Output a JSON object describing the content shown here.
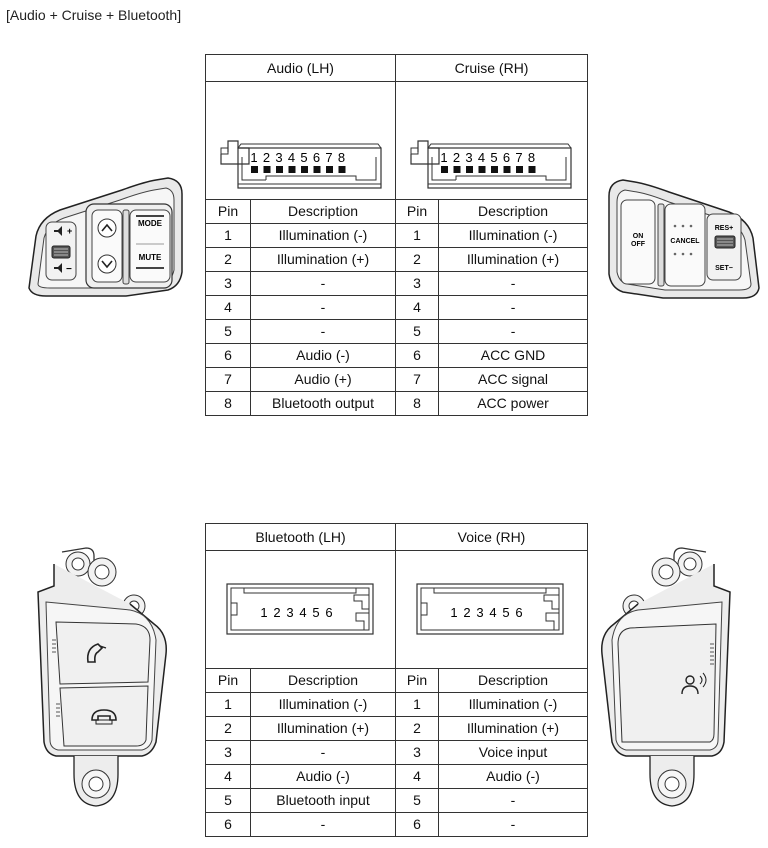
{
  "page_title": "[Audio + Cruise + Bluetooth]",
  "table_top": {
    "left_header": "Audio (LH)",
    "right_header": "Cruise (RH)",
    "col_pin": "Pin",
    "col_desc": "Description",
    "left_pins": [
      "1",
      "2",
      "3",
      "4",
      "5",
      "6",
      "7",
      "8"
    ],
    "right_pins": [
      "1",
      "2",
      "3",
      "4",
      "5",
      "6",
      "7",
      "8"
    ],
    "rows": [
      {
        "left_pin": "1",
        "left_desc": "Illumination (-)",
        "right_pin": "1",
        "right_desc": "Illumination (-)"
      },
      {
        "left_pin": "2",
        "left_desc": "Illumination (+)",
        "right_pin": "2",
        "right_desc": "Illumination (+)"
      },
      {
        "left_pin": "3",
        "left_desc": "-",
        "right_pin": "3",
        "right_desc": "-"
      },
      {
        "left_pin": "4",
        "left_desc": "-",
        "right_pin": "4",
        "right_desc": "-"
      },
      {
        "left_pin": "5",
        "left_desc": "-",
        "right_pin": "5",
        "right_desc": "-"
      },
      {
        "left_pin": "6",
        "left_desc": "Audio (-)",
        "right_pin": "6",
        "right_desc": "ACC GND"
      },
      {
        "left_pin": "7",
        "left_desc": "Audio (+)",
        "right_pin": "7",
        "right_desc": "ACC signal"
      },
      {
        "left_pin": "8",
        "left_desc": "Bluetooth output",
        "right_pin": "8",
        "right_desc": "ACC power"
      }
    ]
  },
  "table_bottom": {
    "left_header": "Bluetooth (LH)",
    "right_header": "Voice (RH)",
    "col_pin": "Pin",
    "col_desc": "Description",
    "left_pins": [
      "1",
      "2",
      "3",
      "4",
      "5",
      "6"
    ],
    "right_pins": [
      "1",
      "2",
      "3",
      "4",
      "5",
      "6"
    ],
    "rows": [
      {
        "left_pin": "1",
        "left_desc": "Illumination (-)",
        "right_pin": "1",
        "right_desc": "Illumination (-)"
      },
      {
        "left_pin": "2",
        "left_desc": "Illumination (+)",
        "right_pin": "2",
        "right_desc": "Illumination (+)"
      },
      {
        "left_pin": "3",
        "left_desc": "-",
        "right_pin": "3",
        "right_desc": "Voice input"
      },
      {
        "left_pin": "4",
        "left_desc": "Audio (-)",
        "right_pin": "4",
        "right_desc": "Audio (-)"
      },
      {
        "left_pin": "5",
        "left_desc": "Bluetooth input",
        "right_pin": "5",
        "right_desc": "-"
      },
      {
        "left_pin": "6",
        "left_desc": "-",
        "right_pin": "6",
        "right_desc": "-"
      }
    ]
  },
  "switch_labels": {
    "audio_mode": "MODE",
    "audio_mute": "MUTE",
    "cruise_on_off_1": "ON",
    "cruise_on_off_2": "OFF",
    "cruise_cancel": "CANCEL",
    "cruise_res": "RES+",
    "cruise_set": "SET−"
  },
  "icons": [
    "volume-up-icon",
    "volume-down-icon",
    "scroll-wheel-icon",
    "arrow-up-icon",
    "arrow-down-icon",
    "phone-call-icon",
    "phone-end-icon",
    "voice-recognition-icon"
  ]
}
